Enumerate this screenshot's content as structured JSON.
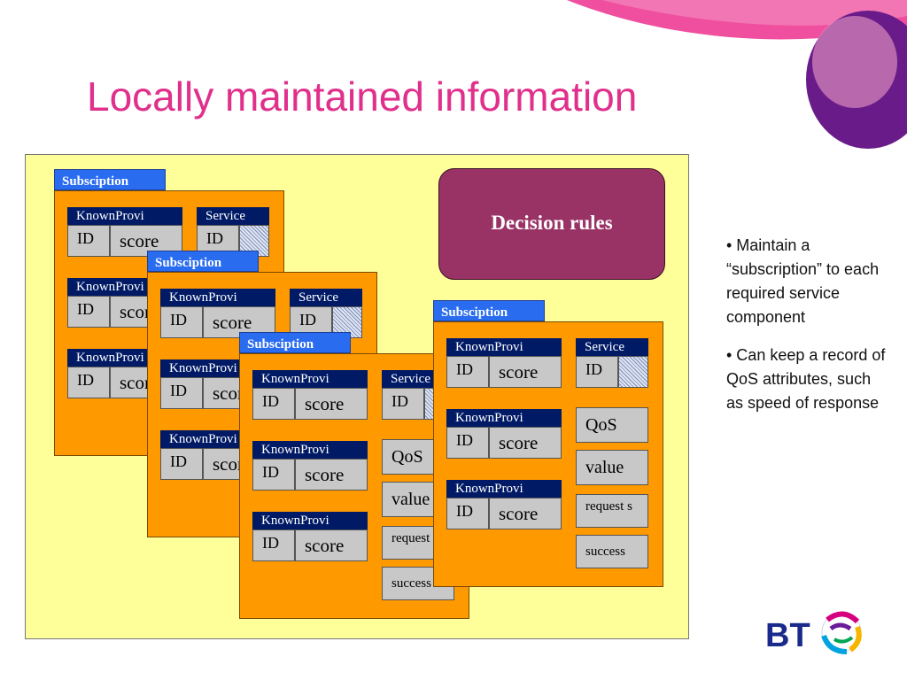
{
  "title": "Locally maintained information",
  "decision_rules": "Decision rules",
  "subscription": {
    "tab_label": "Subsciption",
    "provider_label": "KnownProvi",
    "provider_id": "ID",
    "provider_score": "score",
    "service_label": "Service",
    "service_id": "ID",
    "qos": "QoS",
    "value": "value",
    "requests": "request s",
    "success": "success"
  },
  "bullets": [
    "• Maintain a “subscription” to each required service component",
    "• Can keep a record of QoS attributes, such as speed of response"
  ],
  "logo": {
    "text": "BT",
    "color": "#1a2a8c",
    "globe_colors": [
      "#d6007f",
      "#f7b500",
      "#00a3e0",
      "#6a1b9a",
      "#00a651"
    ]
  },
  "colors": {
    "title": "#e0308c",
    "stage": "#ffff99",
    "box": "#ff9900",
    "tab": "#2a6cf0",
    "header": "#001a66",
    "decision": "#993366"
  }
}
